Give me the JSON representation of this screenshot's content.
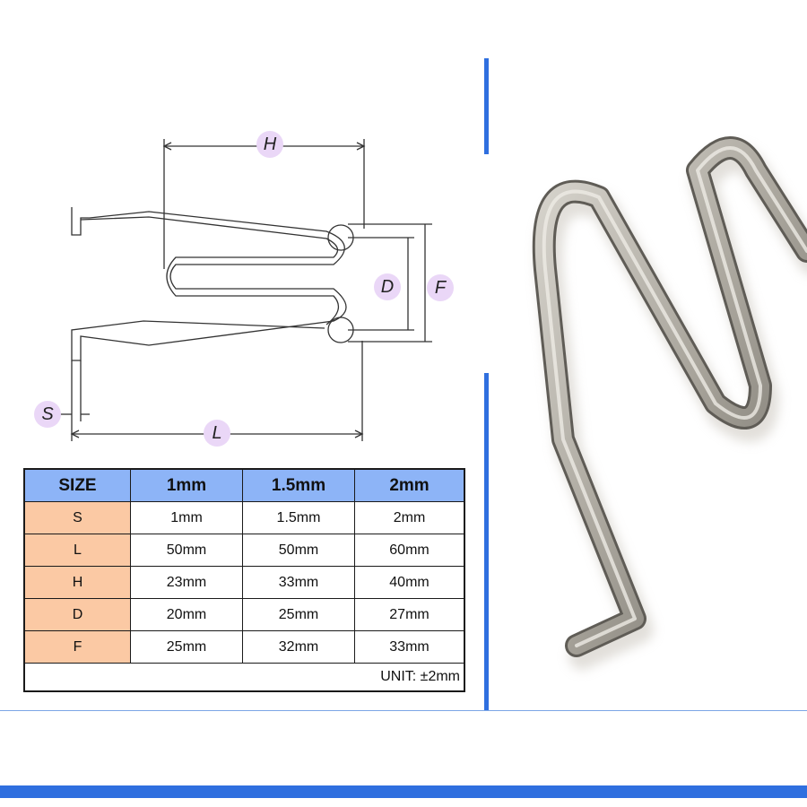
{
  "diagram": {
    "labels": {
      "h": "H",
      "d": "D",
      "f": "F",
      "s": "S",
      "l": "L"
    }
  },
  "table": {
    "headers": [
      "SIZE",
      "1mm",
      "1.5mm",
      "2mm"
    ],
    "rows": [
      {
        "label": "S",
        "values": [
          "1mm",
          "1.5mm",
          "2mm"
        ]
      },
      {
        "label": "L",
        "values": [
          "50mm",
          "50mm",
          "60mm"
        ]
      },
      {
        "label": "H",
        "values": [
          "23mm",
          "33mm",
          "40mm"
        ]
      },
      {
        "label": "D",
        "values": [
          "20mm",
          "25mm",
          "27mm"
        ]
      },
      {
        "label": "F",
        "values": [
          "25mm",
          "32mm",
          "33mm"
        ]
      }
    ],
    "unit_note": "UNIT: ±2mm"
  },
  "colors": {
    "header_bg": "#8db4f7",
    "row_label_bg": "#fbc9a4",
    "accent_blue": "#2f6fdf",
    "dim_label_bg": "#ead7f7"
  }
}
